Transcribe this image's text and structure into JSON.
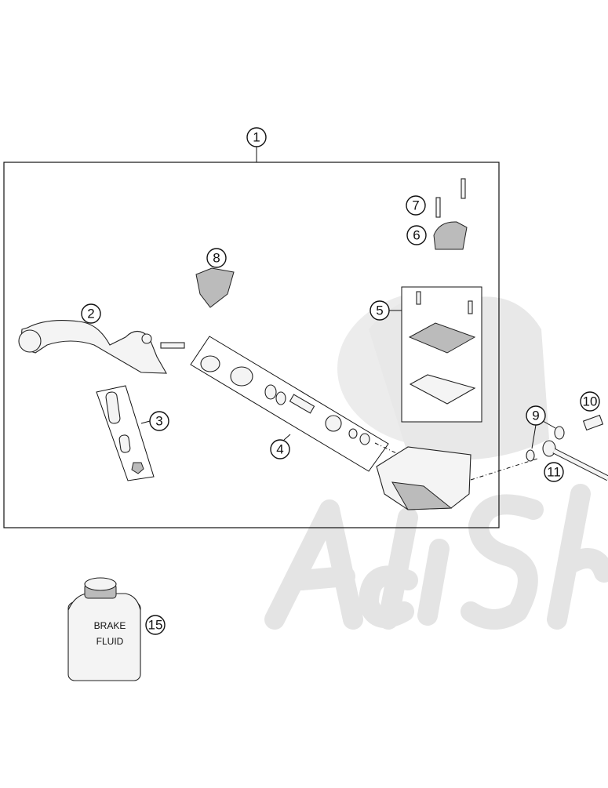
{
  "diagram": {
    "watermark": "AdiSho",
    "callouts": {
      "c1": "1",
      "c2": "2",
      "c3": "3",
      "c4": "4",
      "c5": "5",
      "c6": "6",
      "c7": "7",
      "c8": "8",
      "c9": "9",
      "c10": "10",
      "c11": "11",
      "c15": "15"
    },
    "brake_fluid_label_line1": "BRAKE",
    "brake_fluid_label_line2": "FLUID"
  }
}
